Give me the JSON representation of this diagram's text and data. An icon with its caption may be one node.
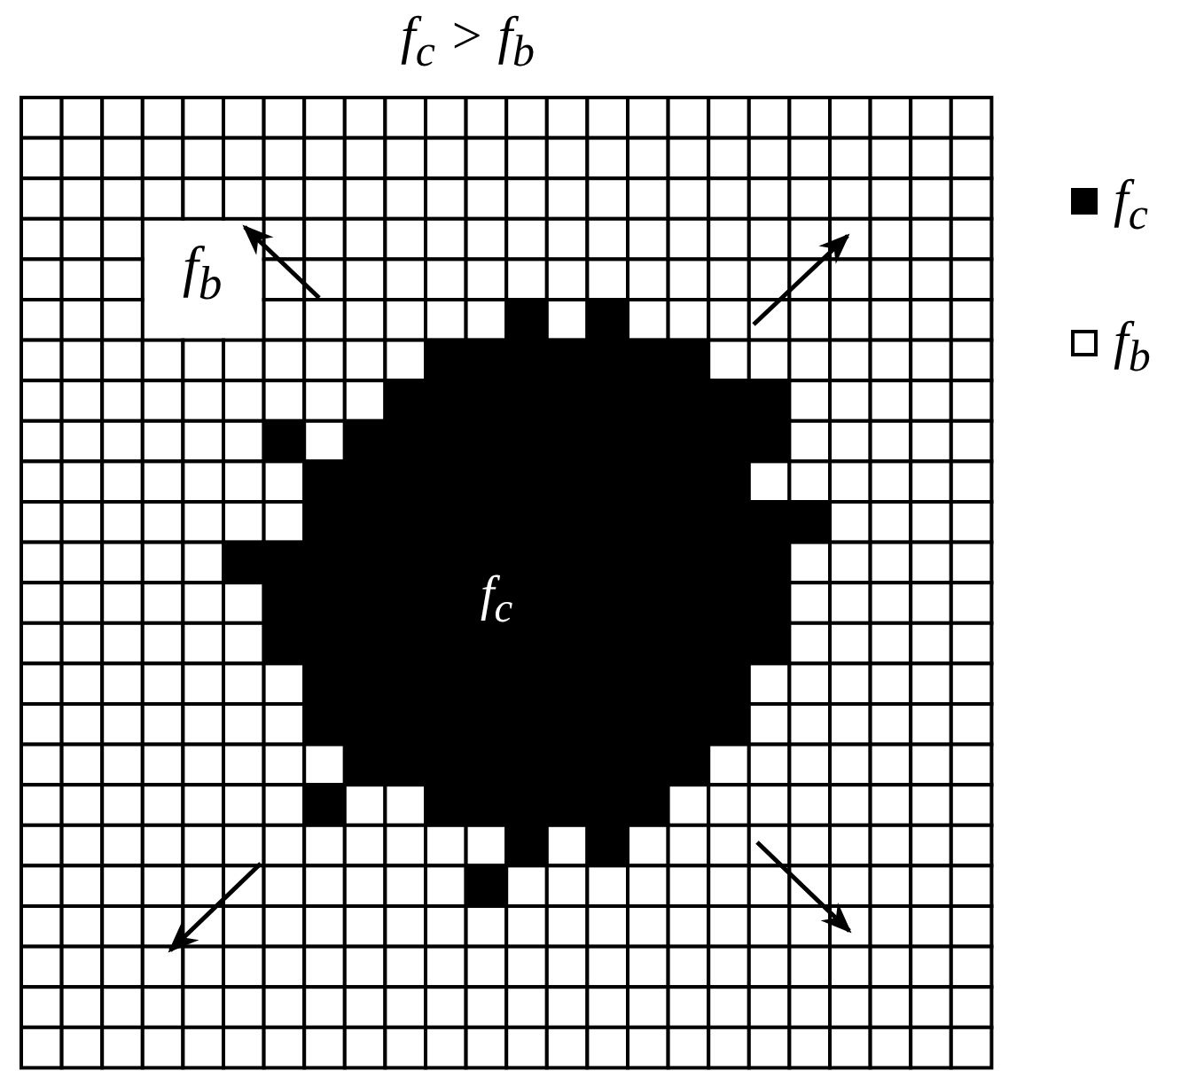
{
  "diagram": {
    "title": "f$_{c}$ > f$_{b}$",
    "labels": [
      "f$_{b}$",
      "f$_{c}$"
    ],
    "legend": [
      {
        "text": "f$_{c}$",
        "color": "#000000"
      },
      {
        "text": "f$_{b}$",
        "color": "#ffffff"
      }
    ]
  }
}
